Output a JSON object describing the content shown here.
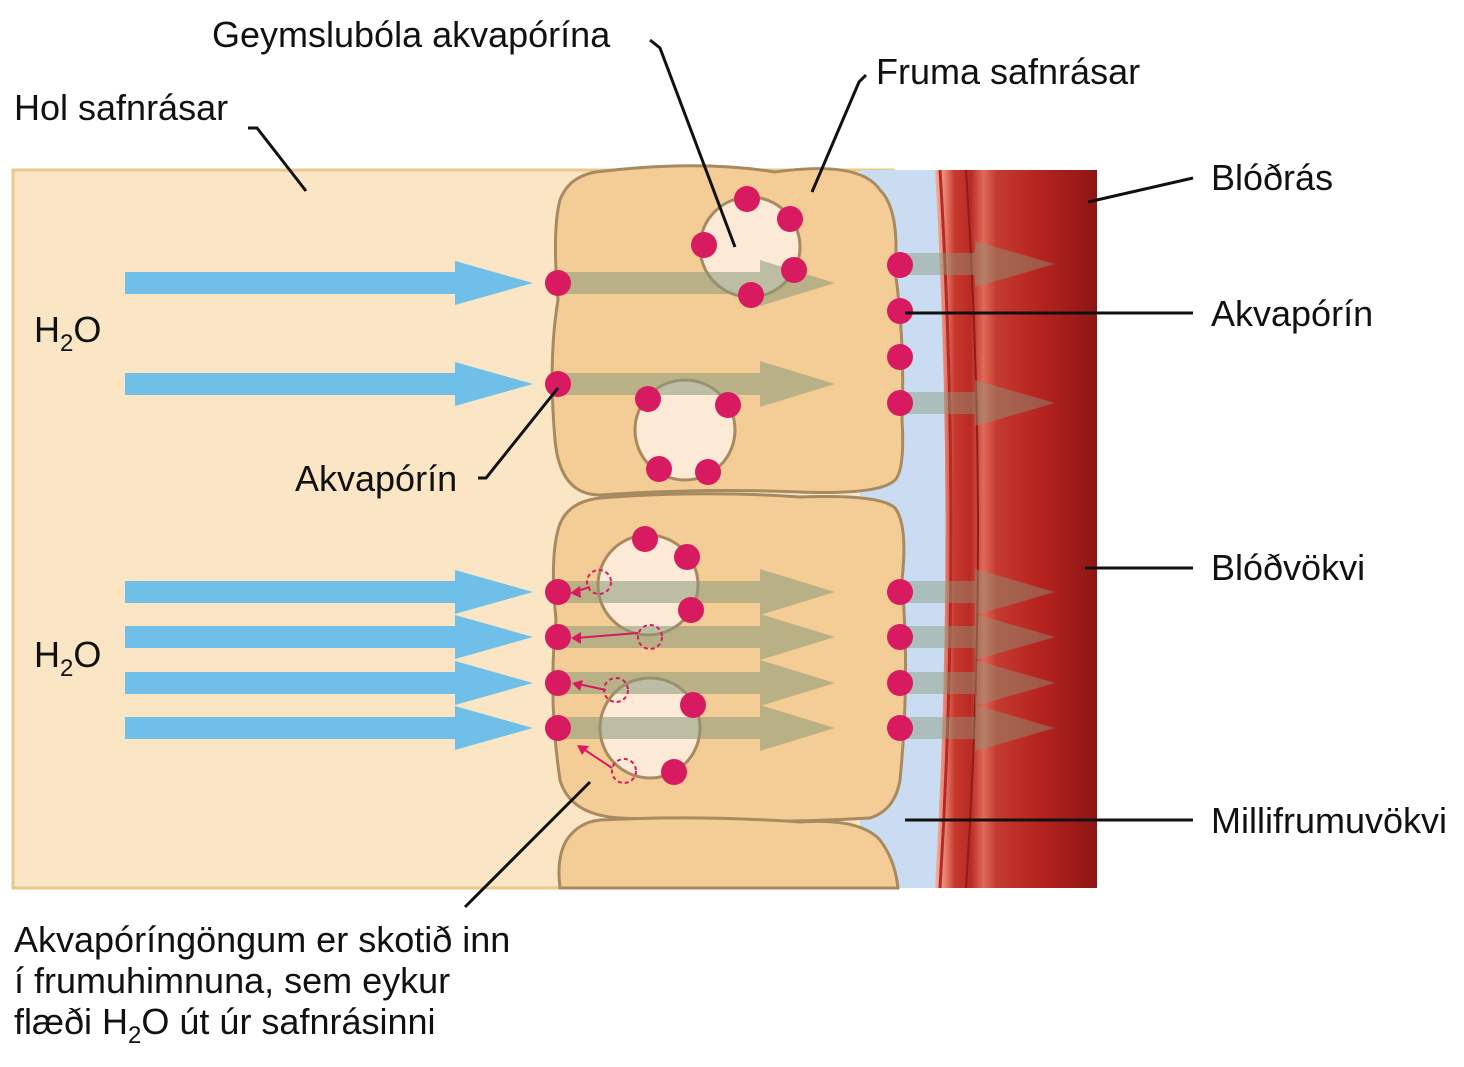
{
  "labels": {
    "geymslubola": "Geymslubóla akvapórína",
    "fruma": "Fruma safnrásar",
    "hol": "Hol safnrásar",
    "blodras": "Blóðrás",
    "akvaporin_right": "Akvapórín",
    "akvaporin_left": "Akvapórín",
    "blodvokvi": "Blóðvökvi",
    "millifrumuvokvi": "Millifrumuvökvi",
    "water_top": {
      "h": "H",
      "sub": "2",
      "o": "O"
    },
    "water_bottom": {
      "h": "H",
      "sub": "2",
      "o": "O"
    },
    "caption": {
      "line1": "Akvapóríngöngum er skotið inn",
      "line2": "í frumuhimnuna, sem eykur",
      "line3_a": "flæði H",
      "line3_sub": "2",
      "line3_b": "O út úr safnrásinni"
    }
  },
  "colors": {
    "lumen": "#fae6c4",
    "cell": "#f4cc96",
    "cell_outline": "#a88a60",
    "interstitial": "#c9dcf1",
    "vessel_dark": "#a51d1d",
    "vessel_light": "#e77a6c",
    "aquaporin": "#d81b60",
    "water_arrow": "#6fbfe8",
    "flow_arrow": "#8a9a7a"
  }
}
